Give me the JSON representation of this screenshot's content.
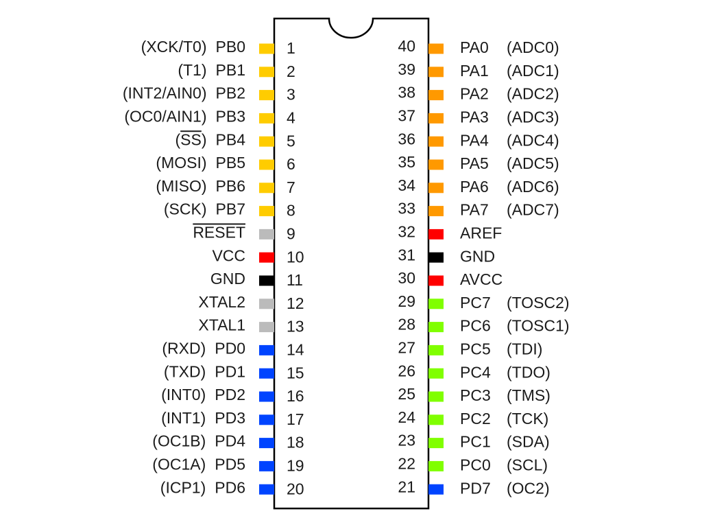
{
  "colors": {
    "port_b": "#FFCC00",
    "port_a": "#FF9900",
    "port_c": "#80FF00",
    "port_d": "#0044FF",
    "power": "#FF0000",
    "ground": "#000000",
    "other": "#BBBBBB",
    "body_outline": "#000000"
  },
  "left_pins": [
    {
      "num": "1",
      "name": "PB0",
      "alt": "(XCK/T0)",
      "color": "#FFCC00"
    },
    {
      "num": "2",
      "name": "PB1",
      "alt": "(T1)",
      "color": "#FFCC00"
    },
    {
      "num": "3",
      "name": "PB2",
      "alt": "(INT2/AIN0)",
      "color": "#FFCC00"
    },
    {
      "num": "4",
      "name": "PB3",
      "alt": "(OC0/AIN1)",
      "color": "#FFCC00"
    },
    {
      "num": "5",
      "name": "PB4",
      "alt": "(SS)",
      "color": "#FFCC00",
      "alt_overline": "SS"
    },
    {
      "num": "6",
      "name": "PB5",
      "alt": "(MOSI)",
      "color": "#FFCC00"
    },
    {
      "num": "7",
      "name": "PB6",
      "alt": "(MISO)",
      "color": "#FFCC00"
    },
    {
      "num": "8",
      "name": "PB7",
      "alt": "(SCK)",
      "color": "#FFCC00"
    },
    {
      "num": "9",
      "name": "RESET",
      "alt": "",
      "color": "#BBBBBB",
      "name_overline": true
    },
    {
      "num": "10",
      "name": "VCC",
      "alt": "",
      "color": "#FF0000"
    },
    {
      "num": "11",
      "name": "GND",
      "alt": "",
      "color": "#000000"
    },
    {
      "num": "12",
      "name": "XTAL2",
      "alt": "",
      "color": "#BBBBBB"
    },
    {
      "num": "13",
      "name": "XTAL1",
      "alt": "",
      "color": "#BBBBBB"
    },
    {
      "num": "14",
      "name": "PD0",
      "alt": "(RXD)",
      "color": "#0044FF"
    },
    {
      "num": "15",
      "name": "PD1",
      "alt": "(TXD)",
      "color": "#0044FF"
    },
    {
      "num": "16",
      "name": "PD2",
      "alt": "(INT0)",
      "color": "#0044FF"
    },
    {
      "num": "17",
      "name": "PD3",
      "alt": "(INT1)",
      "color": "#0044FF"
    },
    {
      "num": "18",
      "name": "PD4",
      "alt": "(OC1B)",
      "color": "#0044FF"
    },
    {
      "num": "19",
      "name": "PD5",
      "alt": "(OC1A)",
      "color": "#0044FF"
    },
    {
      "num": "20",
      "name": "PD6",
      "alt": "(ICP1)",
      "color": "#0044FF"
    }
  ],
  "right_pins": [
    {
      "num": "40",
      "name": "PA0",
      "alt": "(ADC0)",
      "color": "#FF9900"
    },
    {
      "num": "39",
      "name": "PA1",
      "alt": "(ADC1)",
      "color": "#FF9900"
    },
    {
      "num": "38",
      "name": "PA2",
      "alt": "(ADC2)",
      "color": "#FF9900"
    },
    {
      "num": "37",
      "name": "PA3",
      "alt": "(ADC3)",
      "color": "#FF9900"
    },
    {
      "num": "36",
      "name": "PA4",
      "alt": "(ADC4)",
      "color": "#FF9900"
    },
    {
      "num": "35",
      "name": "PA5",
      "alt": "(ADC5)",
      "color": "#FF9900"
    },
    {
      "num": "34",
      "name": "PA6",
      "alt": "(ADC6)",
      "color": "#FF9900"
    },
    {
      "num": "33",
      "name": "PA7",
      "alt": "(ADC7)",
      "color": "#FF9900"
    },
    {
      "num": "32",
      "name": "AREF",
      "alt": "",
      "color": "#FF0000"
    },
    {
      "num": "31",
      "name": "GND",
      "alt": "",
      "color": "#000000"
    },
    {
      "num": "30",
      "name": "AVCC",
      "alt": "",
      "color": "#FF0000"
    },
    {
      "num": "29",
      "name": "PC7",
      "alt": "(TOSC2)",
      "color": "#80FF00"
    },
    {
      "num": "28",
      "name": "PC6",
      "alt": "(TOSC1)",
      "color": "#80FF00"
    },
    {
      "num": "27",
      "name": "PC5",
      "alt": "(TDI)",
      "color": "#80FF00"
    },
    {
      "num": "26",
      "name": "PC4",
      "alt": "(TDO)",
      "color": "#80FF00"
    },
    {
      "num": "25",
      "name": "PC3",
      "alt": "(TMS)",
      "color": "#80FF00"
    },
    {
      "num": "24",
      "name": "PC2",
      "alt": "(TCK)",
      "color": "#80FF00"
    },
    {
      "num": "23",
      "name": "PC1",
      "alt": "(SDA)",
      "color": "#80FF00"
    },
    {
      "num": "22",
      "name": "PC0",
      "alt": "(SCL)",
      "color": "#80FF00"
    },
    {
      "num": "21",
      "name": "PD7",
      "alt": "(OC2)",
      "color": "#0044FF"
    }
  ]
}
